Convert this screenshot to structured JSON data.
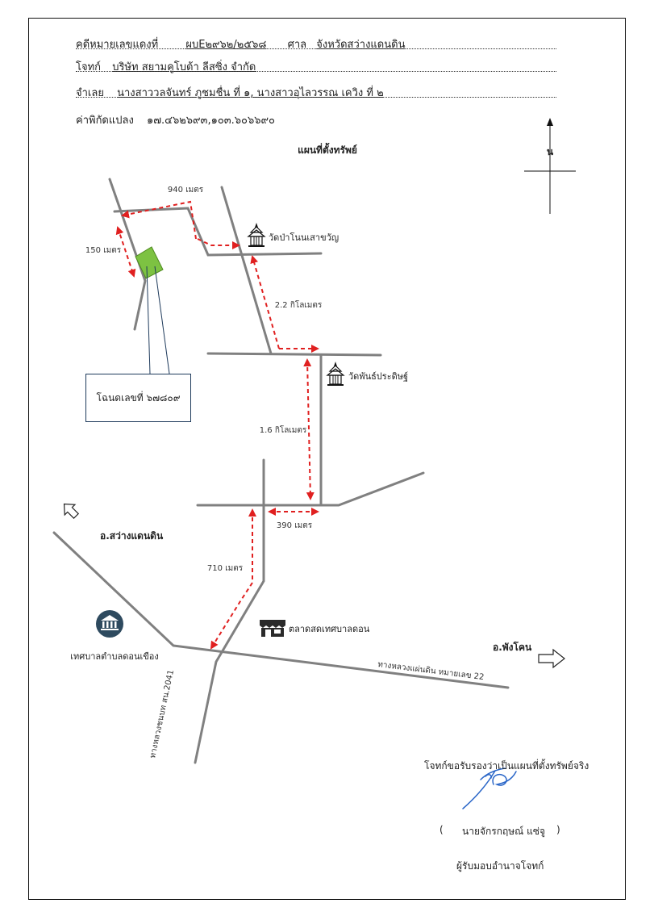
{
  "header": {
    "case_label": "คดีหมายเลขแดงที่",
    "case_no": "ผบE๒๙๖๒/๒๕๖๘",
    "court_label": "ศาล",
    "court_name": "จังหวัดสว่างแดนดิน",
    "plaintiff_label": "โจทก์",
    "plaintiff_name": "บริษัท สยามคูโบต้า ลีสซิ่ง จำกัด",
    "defendant_label": "จำเลย",
    "defendant_names": "นางสาววลจันทร์ ภูชมชื่น ที่ ๑, นางสาวอุไลวรรณ เควิง ที่ ๒",
    "coord_label": "ค่าพิกัดแปลง",
    "coord_value": "๑๗.๔๖๒๖๙๓,๑๐๓.๖๐๖๖๙๐"
  },
  "map": {
    "title": "แผนที่ตั้งทรัพย์",
    "north_label": "น",
    "distances": {
      "d940": "940 เมตร",
      "d150": "150 เมตร",
      "d2_2": "2.2 กิโลเมตร",
      "d1_6": "1.6 กิโลเมตร",
      "d390": "390 เมตร",
      "d710": "710 เมตร"
    },
    "places": {
      "temple1": "วัดป่าโนนเสาขวัญ",
      "temple2": "วัดพันธ์ประดิษฐ์",
      "market": "ตลาดสดเทศบาลดอน",
      "municipality": "เทศบาลตำบลดอนเขือง",
      "dir_left": "อ.สว่างแดนดิน",
      "dir_right": "อ.พังโคน",
      "highway": "ทางหลวงแผ่นดิน หมายเลข 22",
      "rural_road": "ทางหลวงชนบท สน.2041"
    },
    "deed_label": "โฉนดเลขที่ ๖๗๘๐๙",
    "colors": {
      "road": "#808080",
      "route": "#e02020",
      "parcel": "#7dc242",
      "building": "#2e4a5f"
    }
  },
  "signature": {
    "certify": "โจทก์ขอรับรองว่าเป็นแผนที่ตั้งทรัพย์จริง",
    "open_paren": "(",
    "name": "นายจักรกฤษณ์ แซ่จู",
    "close_paren": ")",
    "role": "ผู้รับมอบอำนาจโจทก์"
  }
}
